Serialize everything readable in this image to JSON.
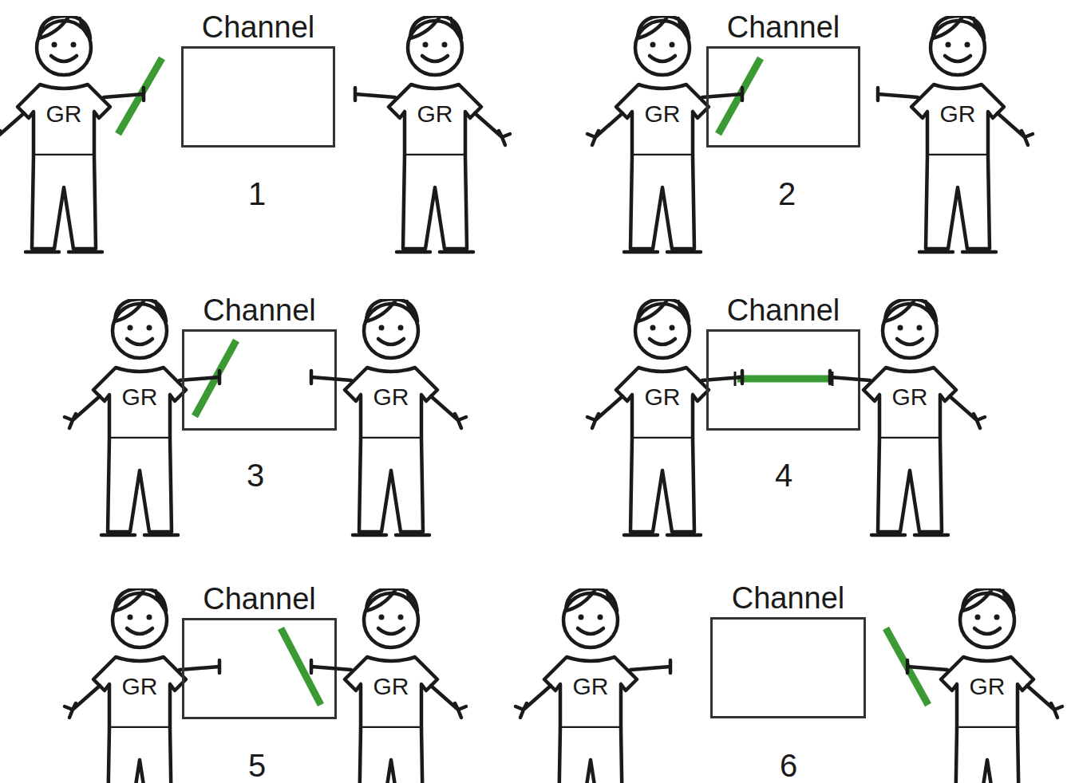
{
  "diagram": {
    "nodes": [
      {
        "text": [
          "GR"
        ]
      },
      {
        "text": [
          "Channel"
        ]
      },
      {
        "text": [
          "GR"
        ]
      },
      {
        "text": [
          "GR"
        ]
      },
      {
        "text": [
          "Channel"
        ]
      },
      {
        "text": [
          "GR"
        ]
      },
      {
        "text": [
          "GR"
        ]
      },
      {
        "text": [
          "Channel"
        ]
      },
      {
        "text": [
          "GR"
        ]
      },
      {
        "text": [
          "GR"
        ]
      },
      {
        "text": [
          "Channel"
        ]
      },
      {
        "text": [
          "GR"
        ]
      },
      {
        "text": [
          "GR"
        ]
      },
      {
        "text": [
          "Channel"
        ]
      },
      {
        "text": [
          "GR"
        ]
      },
      {
        "text": [
          "GR"
        ]
      },
      {
        "text": [
          "Channel"
        ]
      },
      {
        "text": [
          "GR"
        ]
      }
    ],
    "labels": [
      "1",
      "2",
      "3",
      "4",
      "5",
      "6"
    ]
  }
}
